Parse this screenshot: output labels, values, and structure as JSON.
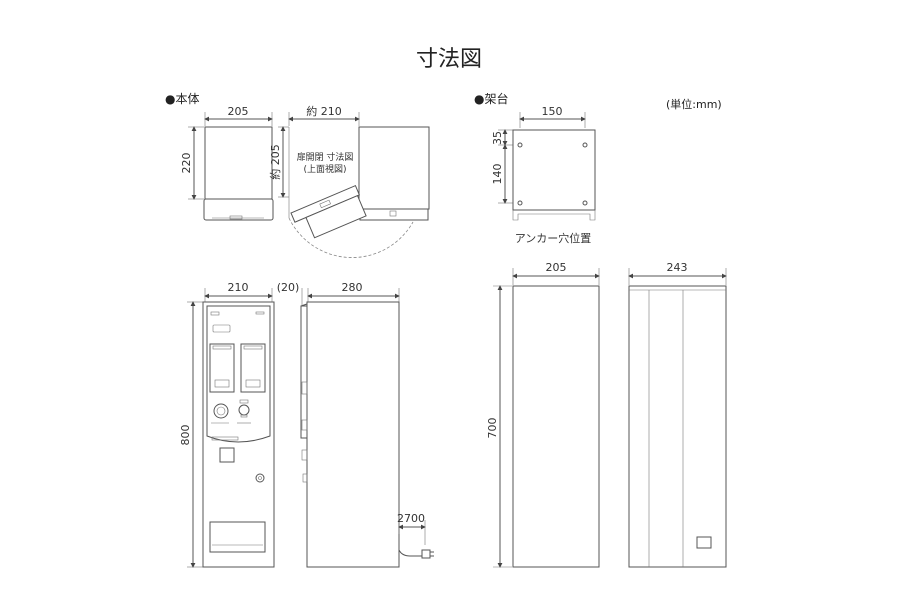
{
  "title": "寸法図",
  "unit_note": "(単位:mm)",
  "sections": {
    "main_body": "●本体",
    "stand": "●架台"
  },
  "main_body": {
    "top_view": {
      "width": "205",
      "height": "220"
    },
    "door_view": {
      "width": "約 210",
      "depth": "約 205",
      "label_line1": "扉開閉 寸法図",
      "label_line2": "(上面視図)"
    },
    "front_view": {
      "width": "210",
      "offset": "(20)",
      "depth": "280",
      "height": "800",
      "cord_length": "2700"
    }
  },
  "stand": {
    "anchor_view": {
      "width": "150",
      "top_offset": "35",
      "hole_pitch": "140",
      "caption": "アンカー穴位置"
    },
    "front_view": {
      "width": "205",
      "height": "700"
    },
    "side_view": {
      "width": "243"
    }
  }
}
